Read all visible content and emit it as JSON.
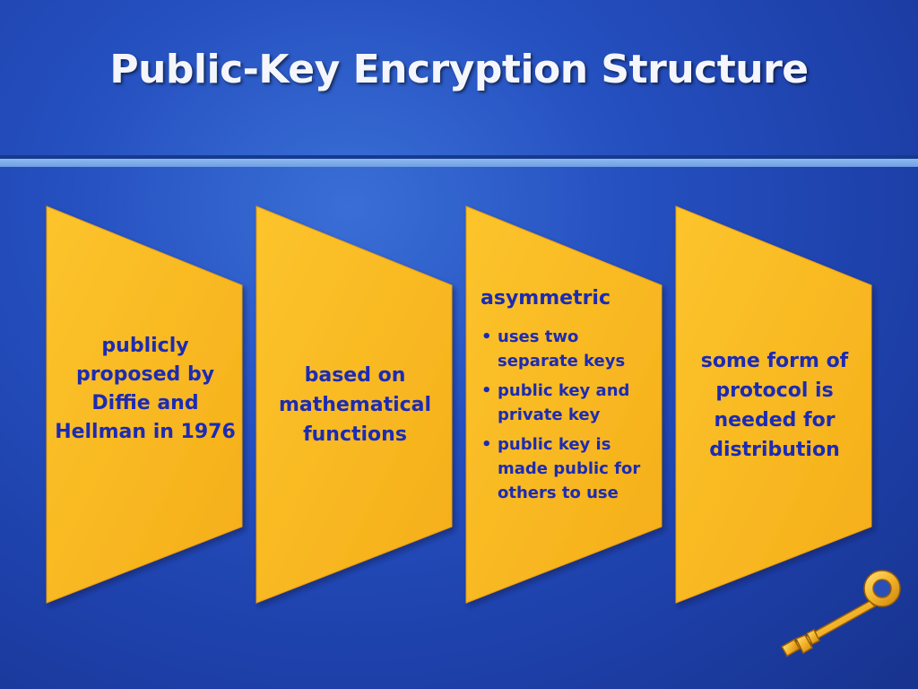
{
  "slide": {
    "title": "Public-Key Encryption Structure"
  },
  "cards": [
    {
      "text": "publicly proposed by Diffie and Hellman in 1976"
    },
    {
      "text": "based on mathematical functions"
    },
    {
      "heading": "asymmetric",
      "bullets": [
        "uses two separate keys",
        "public key and private key",
        "public key is made public for others to use"
      ]
    },
    {
      "text": "some form of protocol is needed for distribution"
    }
  ],
  "decoration": {
    "icon": "golden-key-icon"
  },
  "colors": {
    "background": "#2550c0",
    "card_fill": "#f8b721",
    "card_text": "#1c2bb4",
    "title_text": "#f4f6fb",
    "divider": "#8fb9f0"
  }
}
